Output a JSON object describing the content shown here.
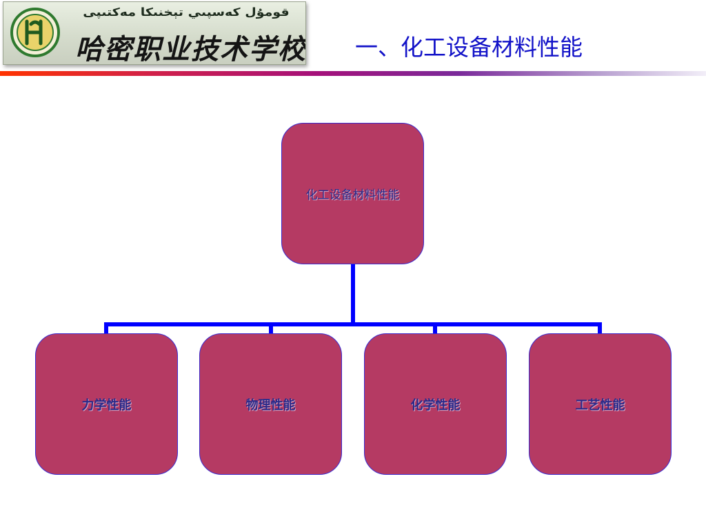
{
  "header": {
    "logo": {
      "uyghur_text": "قومۇل كەسپىي تېخنىكا مەكتىپى",
      "chinese_name": "哈密职业技术学校",
      "emblem_letter": "H"
    },
    "title": "一、化工设备材料性能"
  },
  "diagram": {
    "root": {
      "label": "化工设备材料性能"
    },
    "children": [
      {
        "label": "力学性能"
      },
      {
        "label": "物理性能"
      },
      {
        "label": "化学性能"
      },
      {
        "label": "工艺性能"
      }
    ]
  },
  "colors": {
    "node_fill": "#b53a63",
    "node_border": "#3a2bd0",
    "connector": "#0000ff",
    "title_text": "#1212c8"
  }
}
